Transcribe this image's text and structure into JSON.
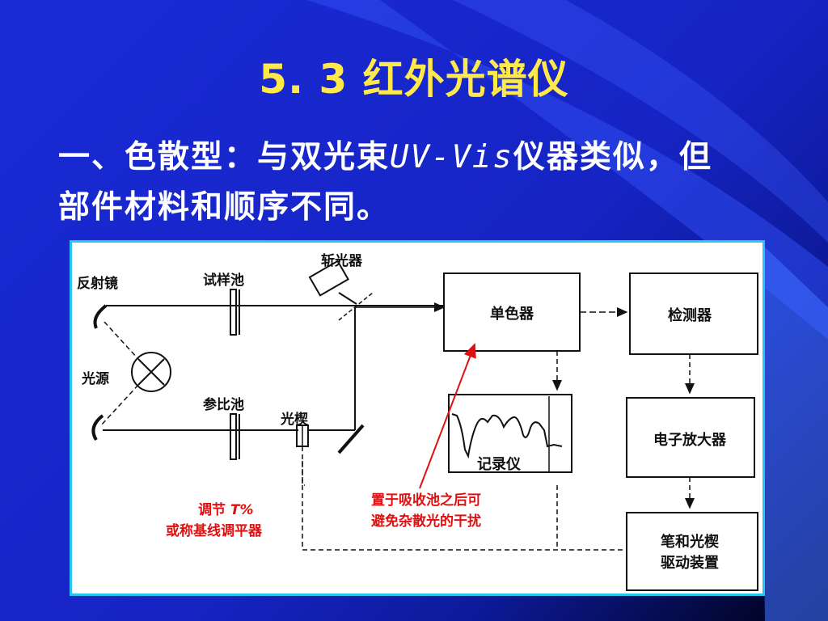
{
  "slide": {
    "title": "5. 3  红外光谱仪",
    "subtitle_part1": "一、色散型：与双光束",
    "subtitle_italic": "UV-Vis",
    "subtitle_part2": "仪器类似，但",
    "subtitle_line2": "部件材料和顺序不同。"
  },
  "diagram": {
    "labels": {
      "mirror": "反射镜",
      "sample_cell": "试样池",
      "chopper": "斩光器",
      "light_source": "光源",
      "reference_cell": "参比池",
      "optical_wedge": "光楔"
    },
    "boxes": {
      "monochromator": "单色器",
      "detector": "检测器",
      "recorder": "记录仪",
      "amplifier": "电子放大器",
      "pen_drive_line1": "笔和光楔",
      "pen_drive_line2": "驱动装置"
    },
    "notes": {
      "adjust_prefix": "调节 ",
      "adjust_italic": "T%",
      "adjust_line2": "或称基线调平器",
      "placement_line1": "置于吸收池之后可",
      "placement_line2": "避免杂散光的干扰"
    },
    "colors": {
      "note_red": "#e01010",
      "panel_border": "#29c5ee",
      "title_yellow": "#ffe94a"
    }
  }
}
